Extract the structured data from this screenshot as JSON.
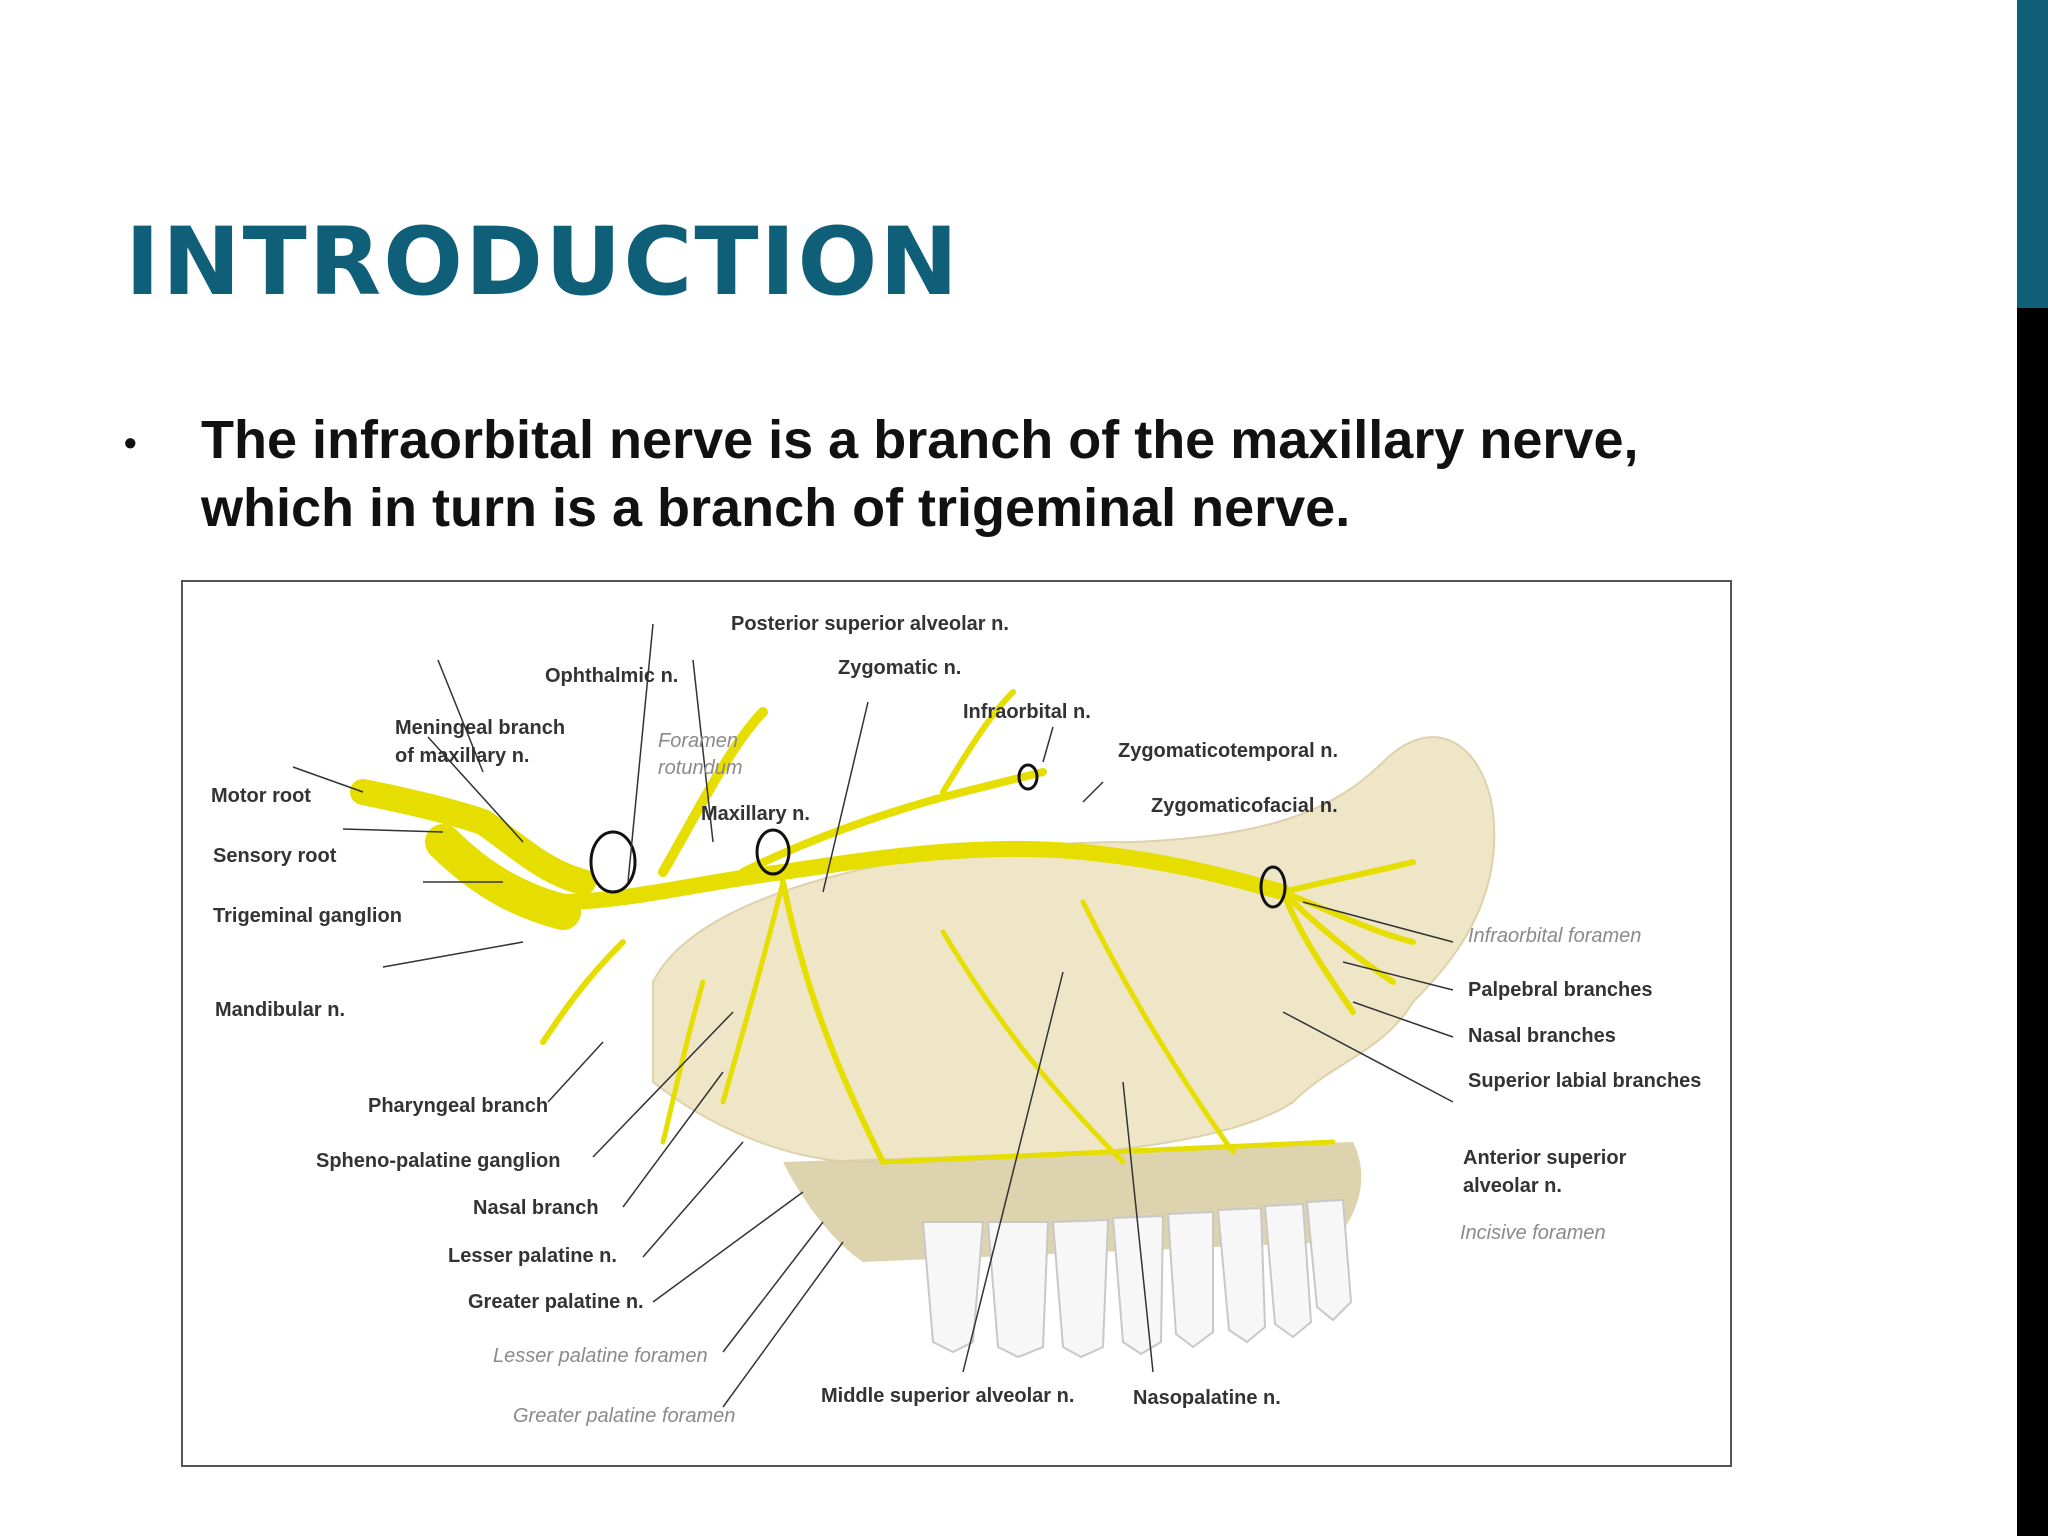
{
  "slide": {
    "title": "INTRODUCTION",
    "bullets": [
      {
        "marker": "•",
        "text": "The infraorbital nerve is a branch of the maxillary nerve, which in turn is a branch of trigeminal nerve."
      }
    ]
  },
  "figure": {
    "labels": {
      "posterior_superior_alveolar": "Posterior superior alveolar n.",
      "zygomatic": "Zygomatic n.",
      "ophthalmic": "Ophthalmic n.",
      "infraorbital": "Infraorbital n.",
      "meningeal_1": "Meningeal branch",
      "meningeal_2": "of  maxillary n.",
      "foramen_rotundum_1": "Foramen",
      "foramen_rotundum_2": "rotundum",
      "zygomaticotemporal": "Zygomaticotemporal n.",
      "motor_root": "Motor root",
      "maxillary": "Maxillary n.",
      "zygomaticofacial": "Zygomaticofacial n.",
      "sensory_root": "Sensory root",
      "trigeminal_ganglion": "Trigeminal ganglion",
      "infraorbital_foramen": "Infraorbital foramen",
      "palpebral": "Palpebral branches",
      "mandibular": "Mandibular n.",
      "nasal_branches": "Nasal branches",
      "superior_labial": "Superior labial branches",
      "pharyngeal": "Pharyngeal branch",
      "anterior_superior_1": "Anterior superior",
      "anterior_superior_2": "alveolar n.",
      "sphenopalatine": "Spheno-palatine ganglion",
      "nasal_branch": "Nasal branch",
      "incisive_foramen": "Incisive foramen",
      "lesser_palatine": "Lesser palatine n.",
      "greater_palatine": "Greater palatine n.",
      "lesser_palatine_foramen": "Lesser palatine foramen",
      "middle_superior_alveolar": "Middle superior alveolar n.",
      "nasopalatine": "Nasopalatine n.",
      "greater_palatine_foramen": "Greater palatine foramen"
    },
    "colors": {
      "nerve": "#e8e000",
      "nerve_stroke": "#c9c200",
      "bone": "#efe6c8",
      "teeth": "#f7f7f7",
      "accent": "#0f5f78"
    }
  }
}
